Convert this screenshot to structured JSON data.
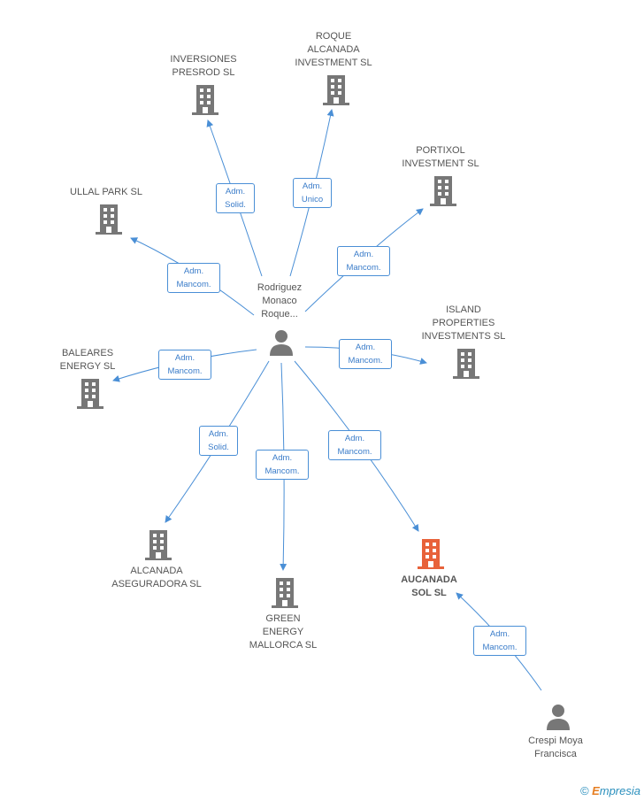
{
  "colors": {
    "line": "#4a8fd6",
    "building": "#777777",
    "highlight": "#e8623a",
    "person": "#777777"
  },
  "nodes": {
    "center_person": {
      "label": "Rodriguez\nMonaco\nRoque...",
      "icon": "person-icon"
    },
    "inversiones_presrod": {
      "label": "INVERSIONES\nPRESROD  SL",
      "icon": "building-icon"
    },
    "roque_alcanada": {
      "label": "ROQUE\nALCANADA\nINVESTMENT SL",
      "icon": "building-icon"
    },
    "portixol": {
      "label": "PORTIXOL\nINVESTMENT SL",
      "icon": "building-icon"
    },
    "ullal_park": {
      "label": "ULLAL PARK SL",
      "icon": "building-icon"
    },
    "island_properties": {
      "label": "ISLAND\nPROPERTIES\nINVESTMENTS SL",
      "icon": "building-icon"
    },
    "baleares_energy": {
      "label": "BALEARES\nENERGY SL",
      "icon": "building-icon"
    },
    "alcanada_aseguradora": {
      "label": "ALCANADA\nASEGURADORA SL",
      "icon": "building-icon"
    },
    "green_energy": {
      "label": "GREEN\nENERGY\nMALLORCA  SL",
      "icon": "building-icon"
    },
    "aucanada_sol": {
      "label": "AUCANADA\nSOL SL",
      "icon": "building-icon"
    },
    "crespi_moya": {
      "label": "Crespi Moya\nFrancisca",
      "icon": "person-icon"
    }
  },
  "relations": {
    "to_inversiones": "Adm.\nSolid.",
    "to_roque": "Adm.\nUnico",
    "to_portixol": "Adm.\nMancom.",
    "to_ullal": "Adm.\nMancom.",
    "to_island": "Adm.\nMancom.",
    "to_baleares": "Adm.\nMancom.",
    "to_alcanada": "Adm.\nSolid.",
    "to_green": "Adm.\nMancom.",
    "to_aucanada": "Adm.\nMancom.",
    "crespi_to_aucanada": "Adm.\nMancom."
  },
  "footer": {
    "copyright_symbol": "©",
    "brand_initial": "E",
    "brand_rest": "mpresia"
  }
}
